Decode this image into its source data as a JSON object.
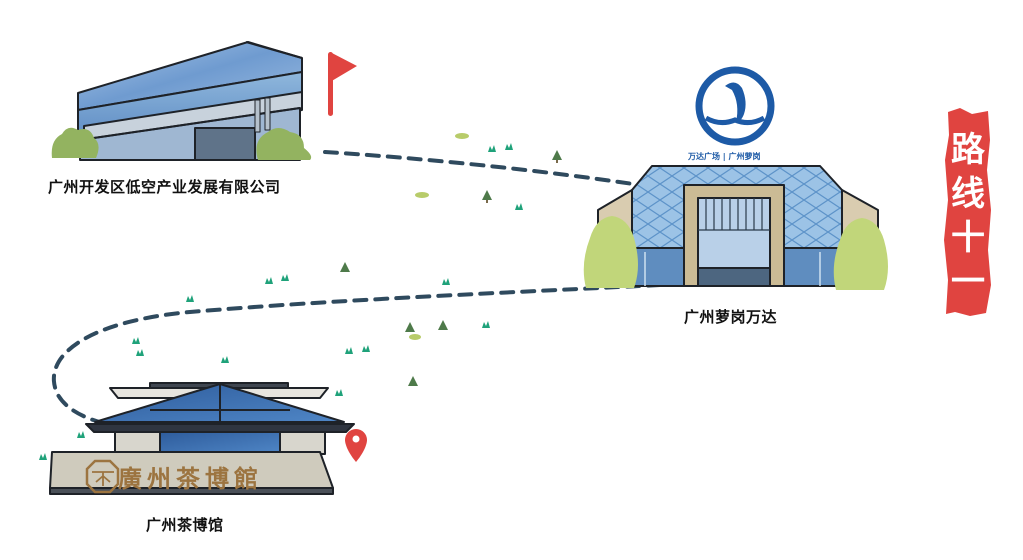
{
  "route": {
    "title_chars": [
      "路",
      "线",
      "十",
      "一"
    ],
    "title": "路线十一",
    "accent_color": "#e04440",
    "path_color": "#2f4a5e",
    "stops": [
      {
        "order": 1,
        "name": "广州开发区低空产业发展有限公司",
        "marker": "start-flag"
      },
      {
        "order": 2,
        "name": "广州萝岗万达",
        "sign": "万达广场 | 广州萝岗"
      },
      {
        "order": 3,
        "name": "广州茶博馆",
        "sign": "廣州茶博館",
        "marker": "destination-pin"
      }
    ]
  },
  "icons": {
    "start": "flag-icon",
    "end": "map-pin-icon",
    "brand": "wanda-logo-icon"
  }
}
